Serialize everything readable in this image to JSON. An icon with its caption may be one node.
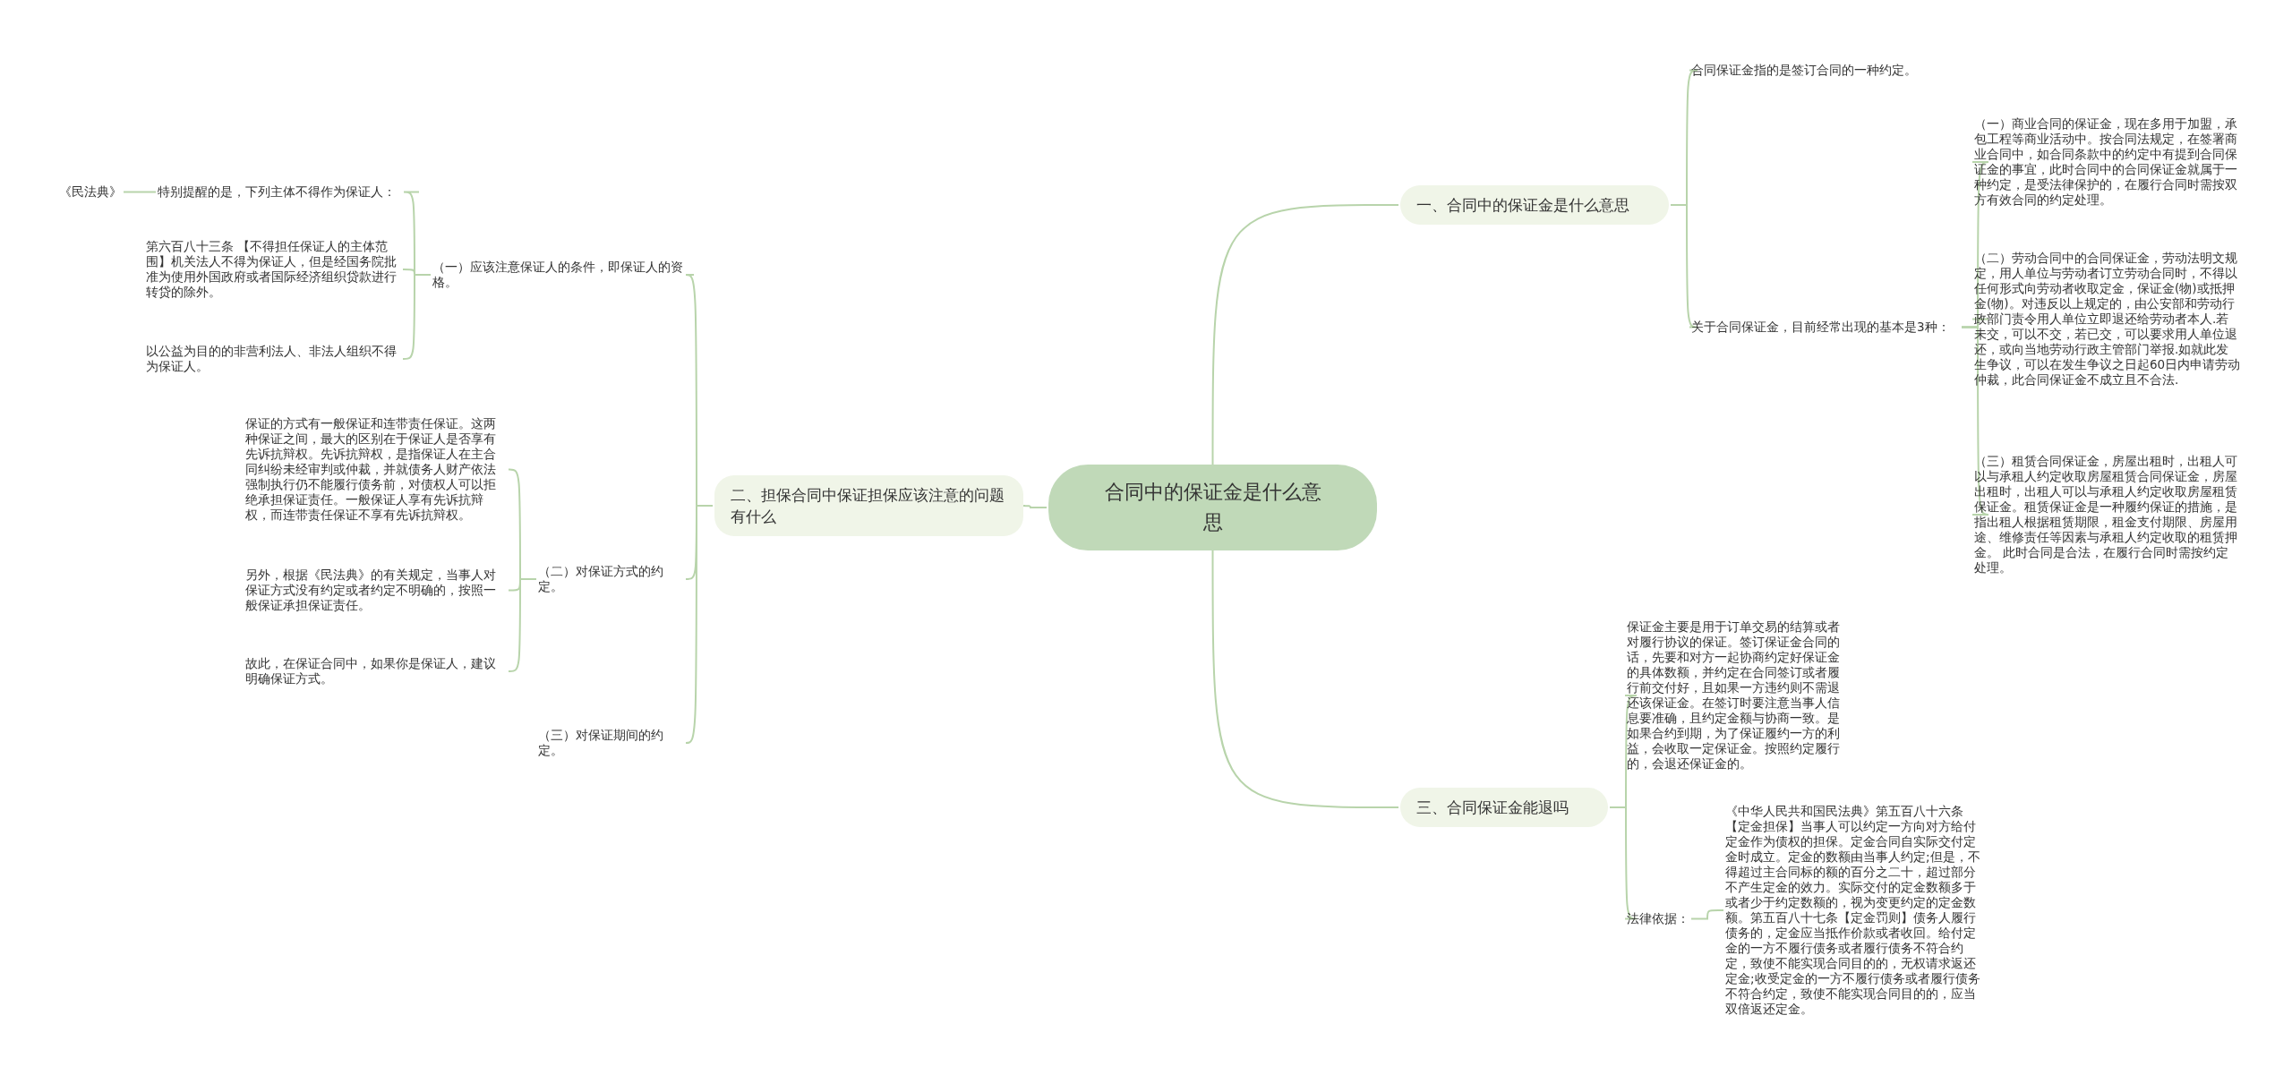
{
  "diagram": {
    "nodes": [
      {
        "text": [
          "合同中的保证金是什么意思"
        ]
      },
      {
        "text": [
          "一、合同中的保证金是什么意思"
        ]
      },
      {
        "text": [
          "合同保证金指的是签订合同的一种约定。"
        ]
      },
      {
        "text": [
          "关于合同保证金，目前经常出现的基本是3种："
        ]
      },
      {
        "text": [
          "（一）商业合同的保证金，现在多用于加盟，承包工程等商业活动中。按合同法规定，在签署商业合同中，如合同条款中的约定中有提到合同保证金的事宜，此时合同中的合同保证金就属于一种约定，是受法律保护的，在履行合同时需按双方有效合同的约定处理。"
        ]
      },
      {
        "text": [
          "（二）劳动合同中的合同保证金，劳动法明文规定，用人单位与劳动者订立劳动合同时，不得以任何形式向劳动者收取定金，保证金(物)或抵押金(物)。对违反以上规定的，由公安部和劳动行政部门责令用人单位立即退还给劳动者本人.若未交，可以不交，若已交，可以要求用人单位退还，或向当地劳动行政主管部门举报.如就此发生争议，可以在发生争议之日起60日内申请劳动仲裁，此合同保证金不成立且不合法."
        ]
      },
      {
        "text": [
          "（三）租赁合同保证金，房屋出租时，出租人可以与承租人约定收取房屋租赁合同保证金，房屋出租时，出租人可以与承租人约定收取房屋租赁保证金。租赁保证金是一种履约保证的措施，是指出租人根据租赁期限，租金支付期限、房屋用途、维修责任等因素与承租人约定收取的租赁押金。 此时合同是合法，在履行合同时需按约定处理。"
        ]
      },
      {
        "text": [
          "二、担保合同中保证担保应该注意的问题有什么"
        ]
      },
      {
        "text": [
          "（一）应该注意保证人的条件，即保证人的资格。"
        ]
      },
      {
        "text": [
          "特别提醒的是，下列主体不得作为保证人："
        ]
      },
      {
        "text": [
          "《民法典》"
        ]
      },
      {
        "text": [
          "第六百八十三条 【不得担任保证人的主体范围】机关法人不得为保证人，但是经国务院批准为使用外国政府或者国际经济组织贷款进行转贷的除外。"
        ]
      },
      {
        "text": [
          "以公益为目的的非营利法人、非法人组织不得为保证人。"
        ]
      },
      {
        "text": [
          "（二）对保证方式的约定。"
        ]
      },
      {
        "text": [
          "保证的方式有一般保证和连带责任保证。这两种保证之间，最大的区别在于保证人是否享有先诉抗辩权。先诉抗辩权，是指保证人在主合同纠纷未经审判或仲裁，并就债务人财产依法强制执行仍不能履行债务前，对债权人可以拒绝承担保证责任。一般保证人享有先诉抗辩权，而连带责任保证不享有先诉抗辩权。"
        ]
      },
      {
        "text": [
          "另外，根据《民法典》的有关规定，当事人对保证方式没有约定或者约定不明确的，按照一般保证承担保证责任。"
        ]
      },
      {
        "text": [
          "故此，在保证合同中，如果你是保证人，建议明确保证方式。"
        ]
      },
      {
        "text": [
          "（三）对保证期间的约定。"
        ]
      },
      {
        "text": [
          "三、合同保证金能退吗"
        ]
      },
      {
        "text": [
          "保证金主要是用于订单交易的结算或者对履行协议的保证。签订保证金合同的话，先要和对方一起协商约定好保证金的具体数额，并约定在合同签订或者履行前交付好，且如果一方违约则不需退还该保证金。在签订时要注意当事人信息要准确，且约定金额与协商一致。是如果合约到期，为了保证履约一方的利益，会收取一定保证金。按照约定履行的，会退还保证金的。"
        ]
      },
      {
        "text": [
          "法律依据："
        ]
      },
      {
        "text": [
          "《中华人民共和国民法典》第五百八十六条【定金担保】当事人可以约定一方向对方给付定金作为债权的担保。定金合同自实际交付定金时成立。定金的数额由当事人约定;但是，不得超过主合同标的额的百分之二十，超过部分不产生定金的效力。实际交付的定金数额多于或者少于约定数额的，视为变更约定的定金数额。第五百八十七条【定金罚则】债务人履行债务的，定金应当抵作价款或者收回。给付定金的一方不履行债务或者履行债务不符合约定，致使不能实现合同目的的，无权请求返还定金;收受定金的一方不履行债务或者履行债务不符合约定，致使不能实现合同目的的，应当双倍返还定金。"
        ]
      }
    ],
    "edges": [
      {
        "from": 0,
        "to": 1,
        "arrow": "none"
      },
      {
        "from": 1,
        "to": 2,
        "arrow": "none"
      },
      {
        "from": 1,
        "to": 3,
        "arrow": "none"
      },
      {
        "from": 3,
        "to": 4,
        "arrow": "none"
      },
      {
        "from": 3,
        "to": 5,
        "arrow": "none"
      },
      {
        "from": 3,
        "to": 6,
        "arrow": "none"
      },
      {
        "from": 0,
        "to": 7,
        "arrow": "none"
      },
      {
        "from": 7,
        "to": 8,
        "arrow": "none"
      },
      {
        "from": 8,
        "to": 9,
        "arrow": "none"
      },
      {
        "from": 9,
        "to": 10,
        "arrow": "none"
      },
      {
        "from": 8,
        "to": 11,
        "arrow": "none"
      },
      {
        "from": 8,
        "to": 12,
        "arrow": "none"
      },
      {
        "from": 7,
        "to": 13,
        "arrow": "none"
      },
      {
        "from": 13,
        "to": 14,
        "arrow": "none"
      },
      {
        "from": 13,
        "to": 15,
        "arrow": "none"
      },
      {
        "from": 13,
        "to": 16,
        "arrow": "none"
      },
      {
        "from": 7,
        "to": 17,
        "arrow": "none"
      },
      {
        "from": 0,
        "to": 18,
        "arrow": "none"
      },
      {
        "from": 18,
        "to": 19,
        "arrow": "none"
      },
      {
        "from": 18,
        "to": 20,
        "arrow": "none"
      },
      {
        "from": 20,
        "to": 21,
        "arrow": "none"
      }
    ]
  }
}
